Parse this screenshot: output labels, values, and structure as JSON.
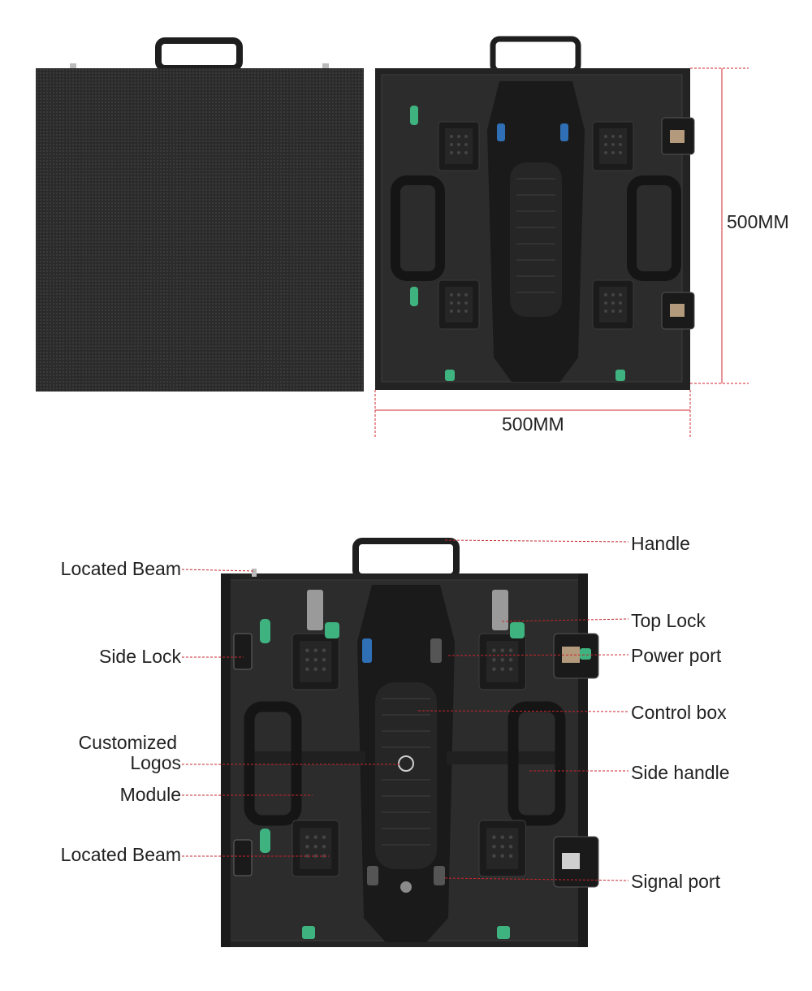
{
  "dimensions": {
    "height_label": "500MM",
    "width_label": "500MM"
  },
  "callouts": {
    "left": [
      {
        "id": "located-beam-top",
        "lines": [
          "Located Beam"
        ]
      },
      {
        "id": "side-lock",
        "lines": [
          "Side Lock"
        ]
      },
      {
        "id": "customized-logos",
        "lines": [
          "Customized",
          "Logos"
        ]
      },
      {
        "id": "module",
        "lines": [
          "Module"
        ]
      },
      {
        "id": "located-beam-bottom",
        "lines": [
          "Located Beam"
        ]
      }
    ],
    "right": [
      {
        "id": "handle",
        "lines": [
          "Handle"
        ]
      },
      {
        "id": "top-lock",
        "lines": [
          "Top Lock"
        ]
      },
      {
        "id": "power-port",
        "lines": [
          "Power port"
        ]
      },
      {
        "id": "control-box",
        "lines": [
          "Control box"
        ]
      },
      {
        "id": "side-handle",
        "lines": [
          "Side handle"
        ]
      },
      {
        "id": "signal-port",
        "lines": [
          "Signal port"
        ]
      }
    ]
  },
  "colors": {
    "panel": "#2e2e2e",
    "cabinet": "#232323",
    "green_lock": "#3fb37f",
    "blue_port": "#2f6fb5",
    "leader": "#c9252c"
  }
}
